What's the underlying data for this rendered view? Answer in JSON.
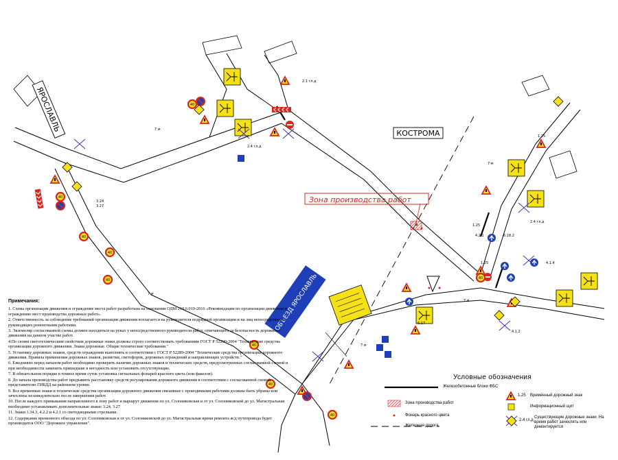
{
  "labels": {
    "yaroslavl": "ЯРОСЛАВЛЬ",
    "kostroma": "КОСТРОМА",
    "work_zone": "Зона производства работ",
    "detour_sign": "ОБЪЕЗД ЯРОСЛАВЛЬ"
  },
  "notes": {
    "title": "Примечания:",
    "items": [
      "1. Схема организации движения и ограждение места работ разработана на основании ОДМ 218.6.019-2016 «Рекомендации по организации движения и ограждению мест производства дорожных работ».",
      "2. Ответственность за соблюдение требований организации движения возлагается на руководителя подрядной организации и на лиц непосредственно руководящих ремонтными работами.",
      "3. Экземпляр согласованной схемы должен находиться на руках у непосредственного руководителя работ, отвечающего за безопасность дорожного движения на данном участке работ.",
      "4.По своим светотехническим свойствам дорожные знаки должны строго соответствовать требованиям ГОСТ Р 52290-2004 \"Технические средства организации дорожного движения. Знаки дорожные. Общие технические требования.\"",
      "5. Установку дорожных знаков, средств ограждения выполнять в соответствии с ГОСТ Р 52289-2004 \"Технические средства организации дорожного движения. Правила применения дорожных знаков, разметки, светофоров, дорожных ограждений и направляющих устройств.\"",
      "6. Ежедневно перед началом работ необходимо проверить наличие дорожных знаков и технических средств, предусмотренных согласованной схемой и при необходимости заменить пришедшие в негодность или установить отсутствующие.",
      "7. В обязательном порядке в темное время суток установка сигнальных фонарей красного цвета (или факелов).",
      "8. До начала производства работ предъявить расстановку средств регулирования дорожного движения в соответствии с согласованной схемой представителю ГИБДД на районном уровне.",
      "9. Все временные знаки и технические средства организации дорожного движения связанные с проводимыми работами должны быть убраны или зачехлены незамедлительно после завершения работ.",
      "10. После каждого примыкания направленного в зону работ и маршрут движения по ул. Солониковская и от ул. Солониковской до ул. Магистральная необходимо устанавливать дополнительные знаки: 3.24, 3.27",
      "11. Знаки 1.34.3, 4.2.2 и 4.2.1 со светодиодными стрелками.",
      "12. Содержание временного объезда по ул. Солониковская и от ул. Солониковской до ул. Магистральная время ремонта ж/д путепровода будет производится ООО \"Дорожное управление\"."
    ]
  },
  "legend": {
    "title": "Условные обозначения",
    "items": [
      {
        "id": "barrier",
        "label": "Железобетонные блоки ФБС"
      },
      {
        "id": "zone",
        "label": "Зона производства работ"
      },
      {
        "id": "lamp",
        "label": "Фонарь красного цвета"
      },
      {
        "id": "rail",
        "label": "Железная дорога"
      },
      {
        "id": "temp_sign",
        "code": "1.25",
        "label": "Временный дорожный знак"
      },
      {
        "id": "info_board",
        "label": "Информационный щит"
      },
      {
        "id": "existing_sign",
        "code": "2.4 гл.д",
        "label": "Существующие дорожные знаки. На время работ зачехлять или демонтируется"
      }
    ]
  },
  "sign_codes": {
    "s125a": "1.25",
    "s125b": "1.25",
    "s125c": "1.25",
    "s412": "4.1.2",
    "s414": "4.1.4",
    "s421": "4.2.1",
    "s618": "6.18.2",
    "s617": "6.17",
    "s327": "3.27",
    "s324": "3.24",
    "s24a": "2.4 гл.д",
    "s24b": "2.4 гл.д",
    "s24c": "2.1 гл.д",
    "d7a": "7 м",
    "d7b": "7 м",
    "d7c": "7 м",
    "d7d": "7 м",
    "d7e": "7 м"
  },
  "colors": {
    "sign_red": "#d7261e",
    "sign_yellow": "#f6e016",
    "sign_blue": "#1f3fb8",
    "road": "#000000"
  }
}
